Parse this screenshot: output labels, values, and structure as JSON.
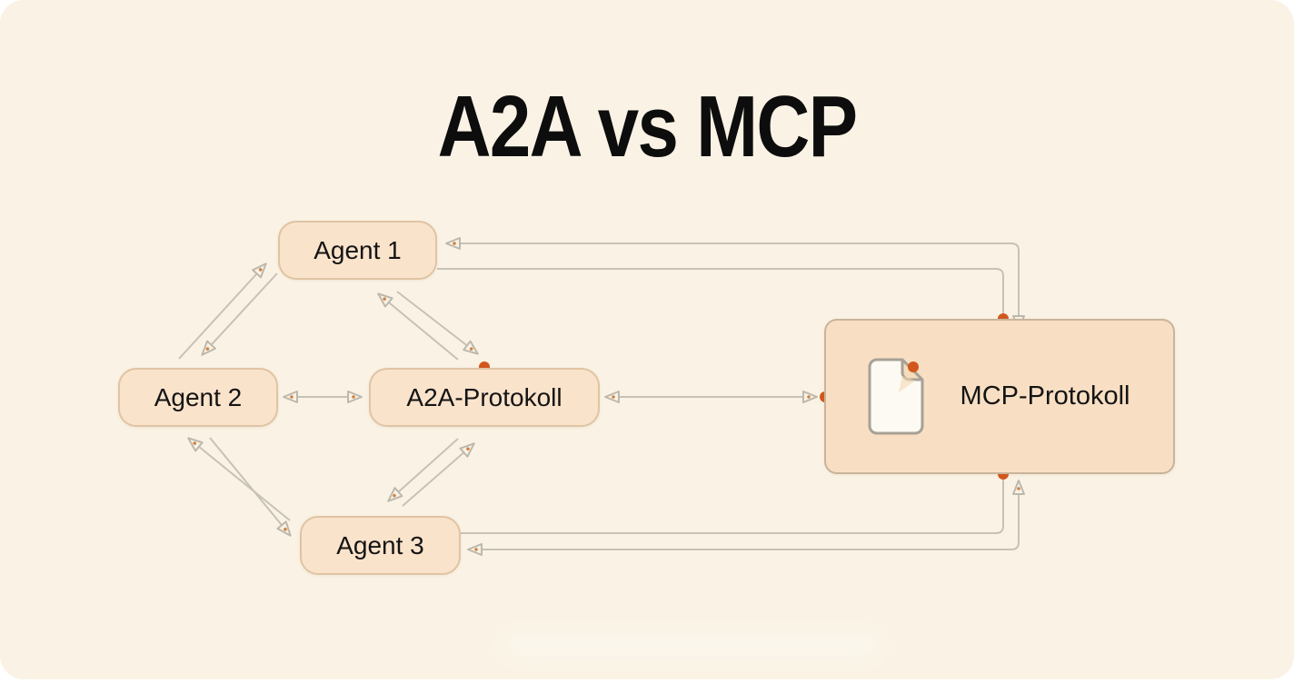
{
  "title": "A2A vs MCP",
  "nodes": {
    "agent1": {
      "label": "Agent 1"
    },
    "agent2": {
      "label": "Agent 2"
    },
    "agent3": {
      "label": "Agent 3"
    },
    "a2a_protocol": {
      "label": "A2A-Protokoll"
    },
    "mcp_protocol": {
      "label": "MCP-Protokoll"
    }
  },
  "icons": {
    "mcp_document": "document-file-icon"
  },
  "colors": {
    "canvas_background": "#FAF3E5",
    "node_fill": "#FAE3CB",
    "mcp_fill": "#F8DFC4",
    "node_border": "#E0C4A3",
    "connector_line": "#C7C2B6",
    "arrowhead_outline": "#BDB8AC",
    "connection_dot": "#D2571D",
    "title_text": "#0D0D0D",
    "node_text": "#141414"
  }
}
